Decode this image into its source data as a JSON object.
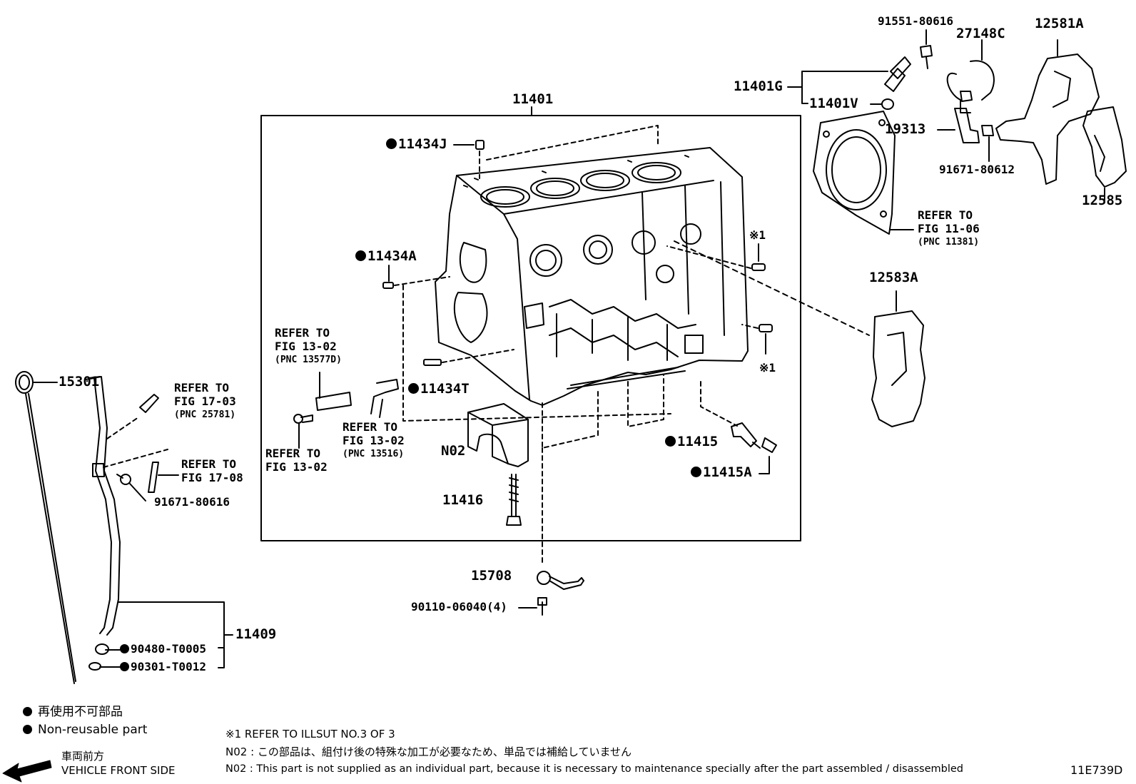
{
  "figure_id": "11E739D",
  "labels": {
    "p11401": "11401",
    "p11434J": "11434J",
    "p11434A": "11434A",
    "p11434T": "11434T",
    "p11415": "11415",
    "p11415A": "11415A",
    "p11416": "11416",
    "pN02": "N02",
    "p15708": "15708",
    "p90110": "90110-06040(4)",
    "p15301": "15301",
    "p91671_80616": "91671-80616",
    "p11409": "11409",
    "p90480": "90480-T0005",
    "p90301": "90301-T0012",
    "p91551": "91551-80616",
    "p27148C": "27148C",
    "p12581A": "12581A",
    "p11401G": "11401G",
    "p11401V": "11401V",
    "p19313": "19313",
    "p91671_80612": "91671-80612",
    "p12585": "12585",
    "p12583A": "12583A",
    "mark1_top": "※1",
    "mark1_bottom": "※1"
  },
  "refs": {
    "fig1102_13577D": {
      "line1": "REFER TO",
      "line2": "FIG 13-02",
      "line3": "(PNC 13577D)"
    },
    "fig1302_bolt": {
      "line1": "REFER TO",
      "line2": "FIG 13-02"
    },
    "fig1302_13516": {
      "line1": "REFER TO",
      "line2": "FIG 13-02",
      "line3": "(PNC 13516)"
    },
    "fig1703": {
      "line1": "REFER TO",
      "line2": "FIG 17-03",
      "line3": "(PNC 25781)"
    },
    "fig1708": {
      "line1": "REFER TO",
      "line2": "FIG 17-08"
    },
    "fig1106": {
      "line1": "REFER TO",
      "line2": "FIG 11-06",
      "line3": "(PNC 11381)"
    }
  },
  "legend": {
    "jp": "再使用不可部品",
    "en": "Non-reusable part"
  },
  "notes": {
    "note1": "※1 REFER TO ILLSUT NO.3 OF 3",
    "note2": "N02 : この部品は、組付け後の特殊な加工が必要なため、単品では補給していません",
    "note3": "N02 : This part is not supplied as an individual part, because it is necessary to maintenance specially after the part assembled / disassembled"
  },
  "front": {
    "jp": "車両前方",
    "en": "VEHICLE FRONT SIDE"
  }
}
